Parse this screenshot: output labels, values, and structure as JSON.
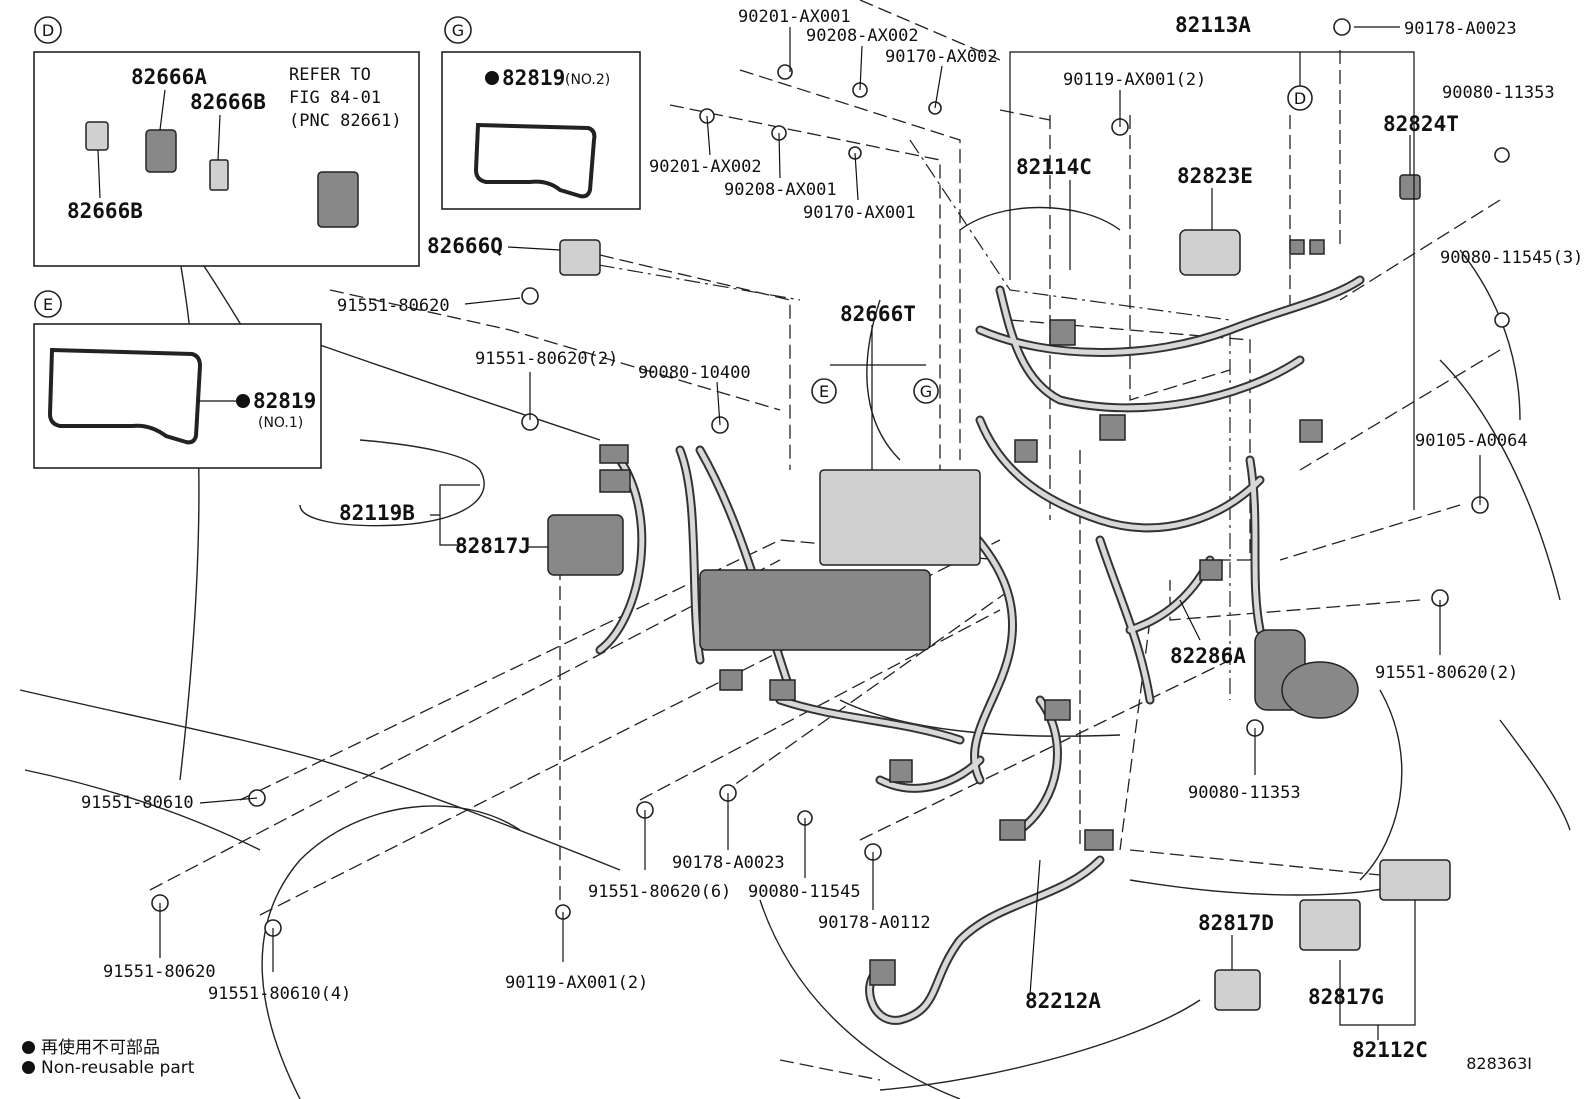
{
  "inset_d": {
    "tag": "D",
    "labels": {
      "a": "82666A",
      "b_top": "82666B",
      "b_bottom": "82666B"
    },
    "refer": [
      "REFER TO",
      "FIG 84-01",
      "(PNC 82661)"
    ]
  },
  "inset_g": {
    "tag": "G",
    "label": "82819",
    "sub": "(NO.2)"
  },
  "inset_e": {
    "tag": "E",
    "label": "82819",
    "sub": "(NO.1)"
  },
  "labels": {
    "p90201_ax001": "90201-AX001",
    "p90208_ax002": "90208-AX002",
    "p90170_ax002": "90170-AX002",
    "p90201_ax002": "90201-AX002",
    "p90208_ax001": "90208-AX001",
    "p90170_ax001": "90170-AX001",
    "p82113a": "82113A",
    "p90178_a0023_top": "90178-A0023",
    "p90119_ax001_top": "90119-AX001(2)",
    "p90080_11353_top": "90080-11353",
    "p82824t": "82824T",
    "p82114c": "82114C",
    "p82823e": "82823E",
    "p90080_11545_3": "90080-11545(3)",
    "p82666q": "82666Q",
    "p91551_80620_a": "91551-80620",
    "p82666t": "82666T",
    "p91551_80620_2a": "91551-80620(2)",
    "p90080_10400": "90080-10400",
    "p82119b": "82119B",
    "p82817j": "82817J",
    "p90105_a0064": "90105-A0064",
    "p82286a": "82286A",
    "p91551_80620_2b": "91551-80620(2)",
    "p90080_11353_bot": "90080-11353",
    "p91551_80610": "91551-80610",
    "p90178_a0023_bot": "90178-A0023",
    "p91551_80620_6": "91551-80620(6)",
    "p90080_11545": "90080-11545",
    "p90178_a0112": "90178-A0112",
    "p91551_80620_b": "91551-80620",
    "p91551_80610_4": "91551-80610(4)",
    "p90119_ax001_bot": "90119-AX001(2)",
    "p82212a": "82212A",
    "p82817d": "82817D",
    "p82817g": "82817G",
    "p82112c": "82112C"
  },
  "callouts": {
    "d": "D",
    "e": "E",
    "g": "G"
  },
  "legend": {
    "jp": "再使用不可部品",
    "en": "Non-reusable part"
  },
  "figure_id": "828363I"
}
